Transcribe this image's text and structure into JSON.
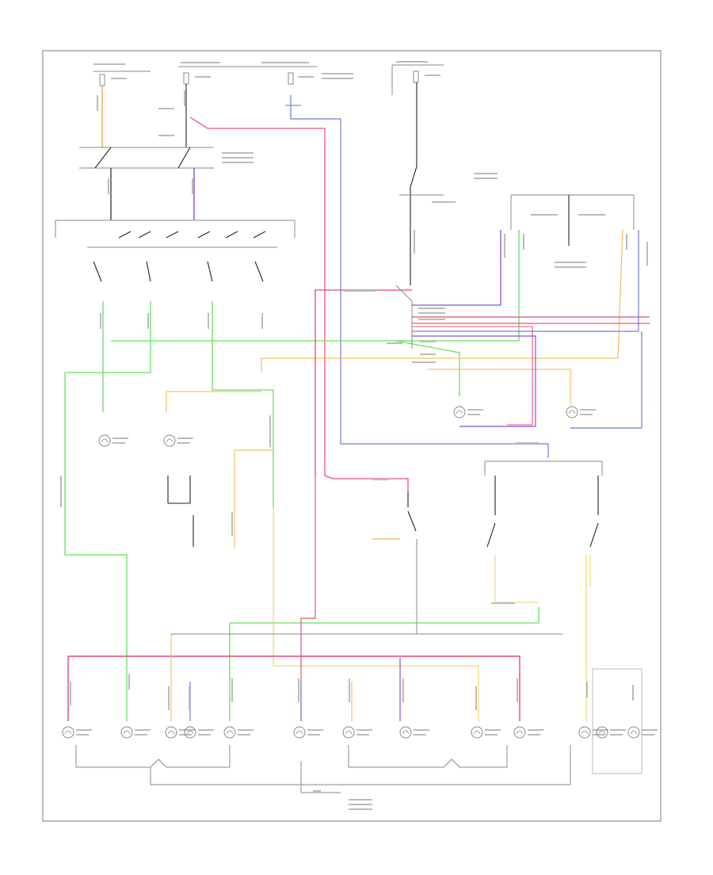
{
  "diagram": {
    "footer_code": "",
    "colors": {
      "green": "#63e05e",
      "orange": "#f2b25a",
      "pink": "#e5467a",
      "red": "#f0507a",
      "blue": "#6b7de0",
      "violet": "#8a4fd8",
      "yellow": "#f6d36a",
      "grey": "#9a9a9a",
      "black": "#222222"
    },
    "bulbs": [
      {
        "id": "bulb-left-top"
      },
      {
        "id": "bulb-right-top"
      },
      {
        "id": "bulb-mid-left"
      },
      {
        "id": "bulb-mid-right"
      },
      {
        "id": "bulb-bottom-1"
      },
      {
        "id": "bulb-bottom-2"
      },
      {
        "id": "bulb-bottom-3"
      },
      {
        "id": "bulb-bottom-4"
      },
      {
        "id": "bulb-bottom-5"
      },
      {
        "id": "bulb-bottom-6"
      },
      {
        "id": "bulb-bottom-7"
      },
      {
        "id": "bulb-bottom-8"
      },
      {
        "id": "bulb-bottom-9"
      },
      {
        "id": "bulb-bottom-10"
      },
      {
        "id": "bulb-bottom-11"
      },
      {
        "id": "bulb-bottom-12"
      },
      {
        "id": "bulb-bottom-13"
      }
    ]
  }
}
